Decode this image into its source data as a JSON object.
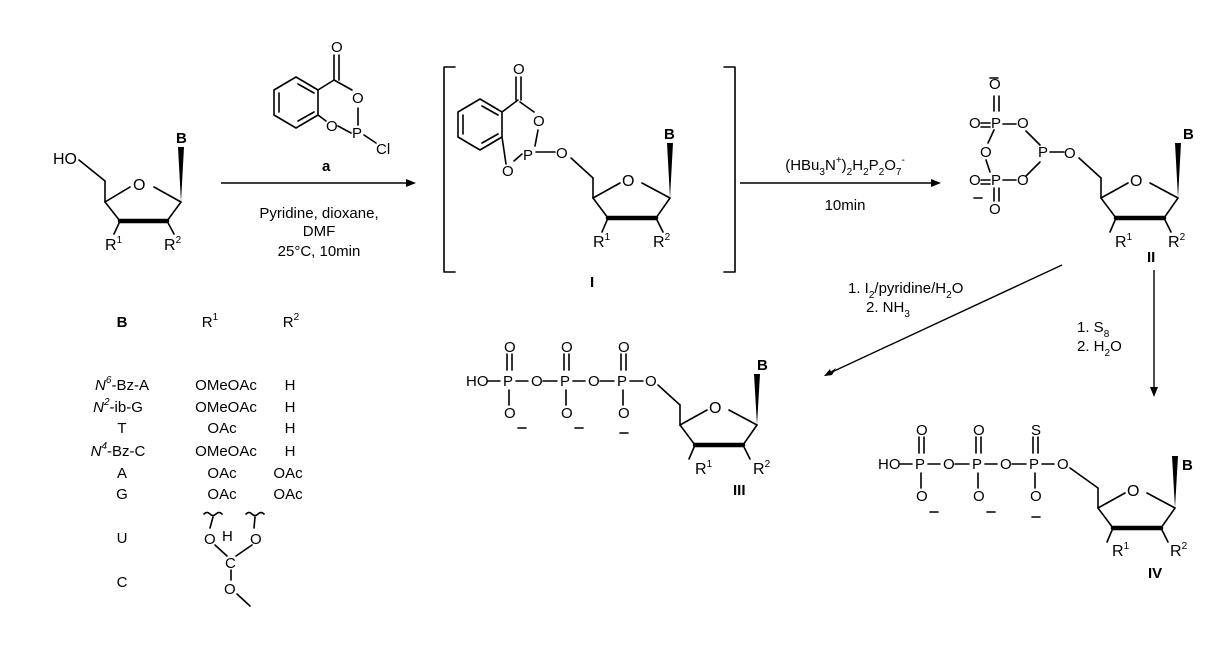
{
  "substituent_symbols": {
    "base": "B",
    "r1": "R",
    "r1_sup": "1",
    "r2": "R",
    "r2_sup": "2",
    "hydroxyl": "HO",
    "ring_oxygen": "O"
  },
  "reagent_a": {
    "label": "a",
    "chlorine": "Cl",
    "phosphorus": "P",
    "oxygen": "O"
  },
  "step1_conditions": {
    "line1": "Pyridine, dioxane,",
    "line2": "DMF",
    "line3": "25°C, 10min"
  },
  "intermediate_I": {
    "label": "I"
  },
  "step2_conditions": {
    "reagent_text": "(HBu3N+)2H2P2O7-",
    "time": "10min"
  },
  "intermediate_II": {
    "label": "II"
  },
  "step3_conditions": {
    "line1": "1. I2/pyridine/H2O",
    "line2": "2. NH3"
  },
  "product_III": {
    "label": "III",
    "hydroxyl": "HO",
    "phosphorus": "P"
  },
  "step4_conditions": {
    "line1": "1. S8",
    "line2": "2. H2O"
  },
  "product_IV": {
    "label": "IV",
    "sulfur": "S"
  },
  "substituent_table": {
    "headers": {
      "b": "B",
      "r1": "R1",
      "r2": "R2"
    },
    "rows": [
      {
        "b": "N6-Bz-A",
        "r1": "OMeOAc",
        "r2": "H"
      },
      {
        "b": "N2-ib-G",
        "r1": "OMeOAc",
        "r2": "H"
      },
      {
        "b": "T",
        "r1": "OAc",
        "r2": "H"
      },
      {
        "b": "N4-Bz-C",
        "r1": "OMeOAc",
        "r2": "H"
      },
      {
        "b": "A",
        "r1": "OAc",
        "r2": "OAc"
      },
      {
        "b": "G",
        "r1": "OAc",
        "r2": "OAc"
      },
      {
        "b": "U",
        "r1": "",
        "r2": ""
      },
      {
        "b": "C",
        "r1": "",
        "r2": ""
      }
    ]
  }
}
